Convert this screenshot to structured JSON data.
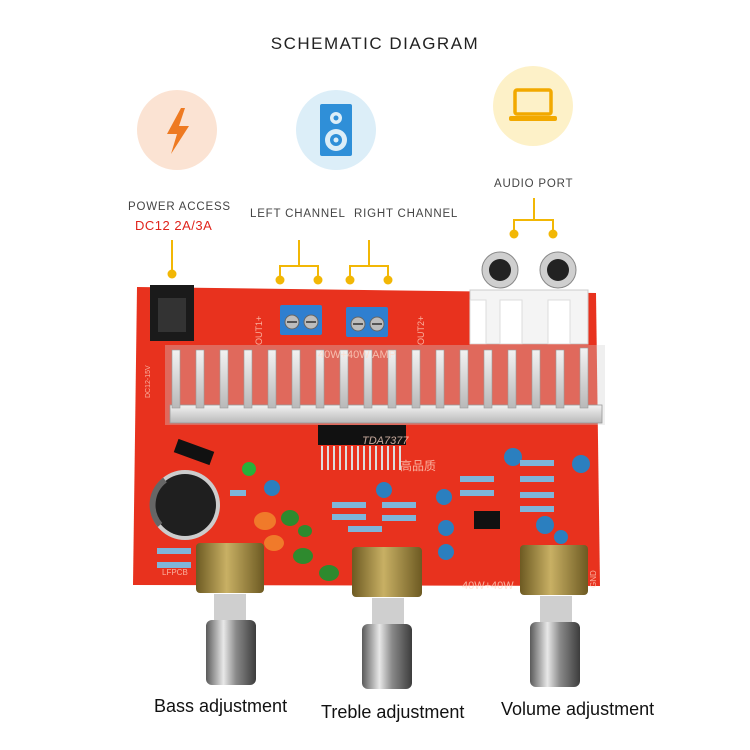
{
  "title": "SCHEMATIC DIAGRAM",
  "icons": {
    "power": "lightning-icon",
    "speaker": "speaker-icon",
    "laptop": "laptop-icon"
  },
  "labels": {
    "power_access": "POWER ACCESS",
    "power_spec": "DC12 2A/3A",
    "left_channel": "LEFT CHANNEL",
    "right_channel": "RIGHT CHANNEL",
    "audio_port": "AUDIO PORT"
  },
  "board": {
    "chip": "TDA7377",
    "chinese": "高品质",
    "power_rating": "40W+40W",
    "out1": "OUT1+",
    "out2": "OUT2+",
    "amp": "40W+40W AMP",
    "voltage": "DC12-15V",
    "pcb": "LFPCB",
    "gnd": "GND"
  },
  "knobs": {
    "bass": "Bass adjustment",
    "treble": "Treble adjustment",
    "volume": "Volume adjustment"
  },
  "colors": {
    "board": "#e8321e",
    "callout": "#f2b705",
    "terminal": "#2f7fd0",
    "power_circle": "#fbe3d3",
    "speaker_circle": "#dceef8",
    "laptop_circle": "#fdf1c8"
  }
}
